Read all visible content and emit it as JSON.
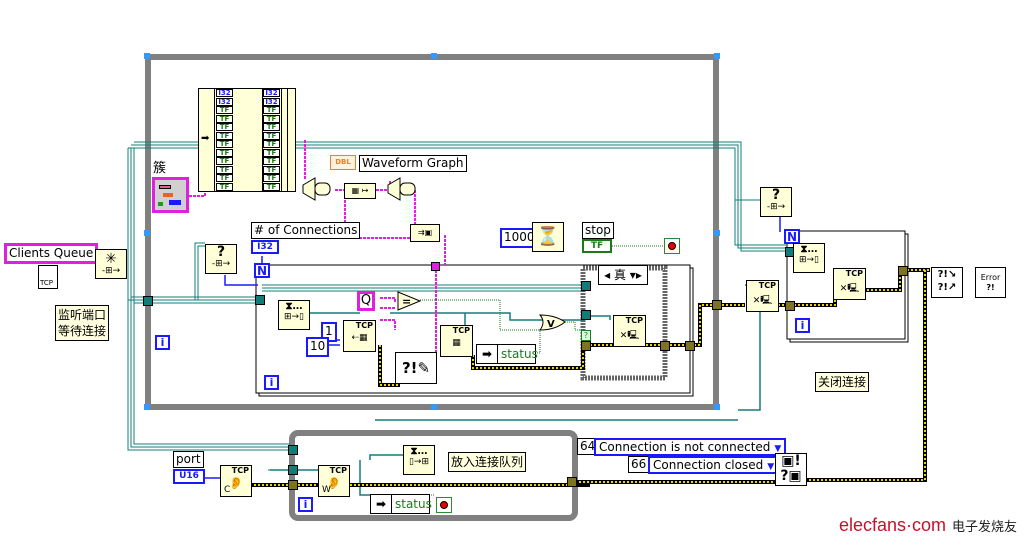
{
  "diagram": {
    "type": "LabVIEW block diagram",
    "controls": {
      "clients_queue": "Clients Queue",
      "waveform_graph": "Waveform Graph",
      "waveform_graph_type": "DBL",
      "num_connections": "# of Connections",
      "num_connections_type": "I32",
      "stop": "stop",
      "stop_type": "TF",
      "port": "port",
      "port_type": "U16",
      "cluster_label": "簇"
    },
    "constants": {
      "wait_ms": "1000",
      "const_one": "1",
      "const_ten": "10",
      "q_char": "Q",
      "err_code_1": "64",
      "err_msg_1": "Connection is not connected",
      "err_code_2": "66",
      "err_msg_2": "Connection closed"
    },
    "case_structure": {
      "selector": "真"
    },
    "indicators": {
      "status_inner": "status",
      "status_bottom": "status"
    },
    "comments": {
      "listen": "监听端口\n等待连接",
      "enqueue": "放入连接队列",
      "close": "关闭连接"
    },
    "loop_terminals": {
      "iteration": "i",
      "count": "N"
    },
    "bundle_types": [
      "I32",
      "I32",
      "TF",
      "TF",
      "TF",
      "TF",
      "TF",
      "TF",
      "TF",
      "TF",
      "TF",
      "TF"
    ],
    "node_tags": {
      "tcp": "TCP",
      "tcp_create_listener": "C",
      "tcp_wait": "W",
      "error": "Error"
    }
  },
  "watermark": {
    "site": "elecfans·com",
    "cn": "电子发烧友"
  },
  "colors": {
    "refnum_wire": "#127d78",
    "error_wire": "#b8a800",
    "cluster_wire": "#e020e0",
    "numeric_wire": "#1a1aff",
    "boolean_wire": "#1b7b1b",
    "structure_gray": "#808080",
    "node_bg": "#ffffd8"
  }
}
